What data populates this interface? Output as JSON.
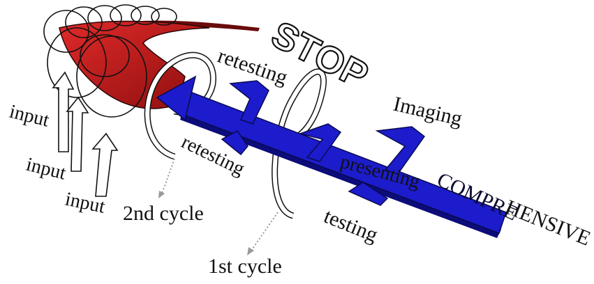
{
  "labels": {
    "stop": "STOP",
    "imaging": "Imaging",
    "comprehensive_part1": "COMPRE",
    "comprehensive_part2": "HENSIVE",
    "retesting_top": "retesting",
    "retesting_mid": "retesting",
    "presenting": "presenting",
    "testing": "testing",
    "input_1": "input",
    "input_2": "input",
    "input_3": "input",
    "cycle_2": "2nd cycle",
    "cycle_1": "1st cycle"
  },
  "colors": {
    "red_arrow": "#c8191b",
    "blue_arrow": "#1c1ccc",
    "blue_dark": "#0c0c7a",
    "outline": "#111111",
    "dotted": "#9a9a9a"
  }
}
